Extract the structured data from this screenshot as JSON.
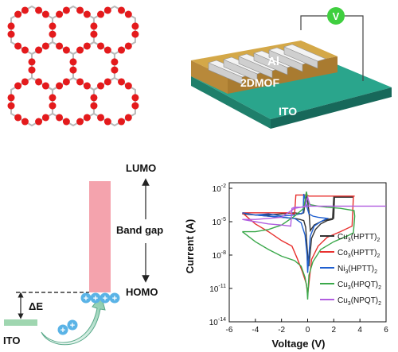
{
  "device": {
    "top_electrode": "Al",
    "film": "2DMOF",
    "substrate": "ITO",
    "meter": "V"
  },
  "band": {
    "lumo": "LUMO",
    "gap": "Band gap",
    "homo": "HOMO",
    "delta": "ΔE",
    "ito": "ITO",
    "holes": [
      "+",
      "+",
      "+",
      "+"
    ],
    "injected_holes": [
      "+",
      "+"
    ]
  },
  "colors": {
    "node": "#e41a1c",
    "bond": "#b9b9b9",
    "electrode_bar": "#e6e6e6",
    "film": "#d4a848",
    "substrate": "#2aa58c",
    "meter": "#3fcf3f",
    "band_gap": "#f4a3ad",
    "hole": "#5ab3e6",
    "ito_bar": "#9fd6b0"
  },
  "chart_data": {
    "type": "line",
    "xlabel": "Voltage (V)",
    "ylabel": "Current (A)",
    "xlim": [
      -6,
      6
    ],
    "ylim": [
      -14,
      -1.5
    ],
    "y_scale": "log",
    "x_ticks": [
      "-6",
      "-4",
      "-2",
      "0",
      "2",
      "4",
      "6"
    ],
    "y_ticks": [
      {
        "base": "10",
        "exp": "-2",
        "v": -2
      },
      {
        "base": "10",
        "exp": "-5",
        "v": -5
      },
      {
        "base": "10",
        "exp": "-8",
        "v": -8
      },
      {
        "base": "10",
        "exp": "-11",
        "v": -11
      },
      {
        "base": "10",
        "exp": "-14",
        "v": -14
      }
    ],
    "legend_position": "bottom-right",
    "series": [
      {
        "name": "Cu3(HPTT)2",
        "label": {
          "a": "Cu",
          "a_sub": "3",
          "b": "(HPTT)",
          "b_sub": "2"
        },
        "color": "#333333",
        "x": [
          -5,
          -4,
          -3,
          -2,
          -1,
          -0.6,
          -0.3,
          -0.15,
          0,
          0.1,
          0.3,
          0.6,
          1,
          1.5,
          1.9,
          2.0,
          2.3,
          3,
          3.5,
          3,
          2.2,
          2.05,
          2.0,
          1.5,
          1,
          0.5,
          0.2,
          0.1,
          -0.1,
          -0.3,
          -0.5,
          -1,
          -2,
          -3,
          -4,
          -5
        ],
        "y": [
          -4.3,
          -4.4,
          -4.5,
          -4.6,
          -4.7,
          -4.8,
          -4.9,
          -5.5,
          -8,
          -9,
          -6.5,
          -5.7,
          -5.2,
          -4.9,
          -4.8,
          -2.8,
          -2.8,
          -2.8,
          -2.8,
          -2.8,
          -2.8,
          -2.8,
          -4.7,
          -4.8,
          -5.0,
          -5.3,
          -5.8,
          -4,
          -2.5,
          -4.2,
          -4.3,
          -4.2,
          -4.3,
          -4.4,
          -4.4,
          -4.3
        ]
      },
      {
        "name": "Co3(HPTT)2",
        "label": {
          "a": "Co",
          "a_sub": "3",
          "b": "(HPTT)",
          "b_sub": "2"
        },
        "color": "#e8312f",
        "x": [
          -5,
          -4,
          -3,
          -2,
          -1.2,
          -0.8,
          -0.4,
          -0.1,
          0,
          0.3,
          0.8,
          1.5,
          2.5,
          3.4,
          3.5,
          3.6,
          3.5,
          2.5,
          1.5,
          0.8,
          0.3,
          0.1,
          -0.1,
          -0.3,
          -0.9,
          -1,
          -1.1,
          -1.5,
          -2,
          -3,
          -4,
          -5
        ],
        "y": [
          -4.2,
          -5.2,
          -5.9,
          -6.7,
          -7.2,
          -8.3,
          -9.5,
          -10.6,
          -11.6,
          -8.4,
          -7.2,
          -6.4,
          -5.9,
          -5.4,
          -2.7,
          -2.7,
          -2.7,
          -2.7,
          -2.7,
          -2.7,
          -2.7,
          -2.7,
          -2.6,
          -2.6,
          -2.6,
          -4.3,
          -4.3,
          -4.2,
          -4.2,
          -4.2,
          -4.2,
          -4.2
        ]
      },
      {
        "name": "Ni3(HPTT)2",
        "label": {
          "a": "Ni",
          "a_sub": "3",
          "b": "(HPTT)",
          "b_sub": "2"
        },
        "color": "#1f5fd0",
        "x": [
          -5,
          -4,
          -3,
          -2,
          -1,
          -0.5,
          -0.2,
          -0.05,
          0,
          0.2,
          0.5,
          1,
          1.5,
          0.8,
          0.4,
          0.1,
          -0.1,
          -0.3,
          -0.35,
          -0.6,
          -1,
          -2,
          -3,
          -4,
          -5
        ],
        "y": [
          -4.2,
          -4.4,
          -4.5,
          -4.6,
          -4.7,
          -5.1,
          -6.2,
          -8.0,
          -9.6,
          -6.3,
          -5.4,
          -5.0,
          -4.7,
          -4.6,
          -4.5,
          -4.3,
          -3.5,
          -2.5,
          -4.2,
          -4.3,
          -4.4,
          -4.5,
          -4.3,
          -4.4,
          -4.2
        ]
      },
      {
        "name": "Cu3(HPQT)2",
        "label": {
          "a": "Cu",
          "a_sub": "3",
          "b": "(HPQT)",
          "b_sub": "2"
        },
        "color": "#3aa84a",
        "x": [
          -5,
          -4,
          -3,
          -2,
          -1,
          -0.5,
          -0.2,
          -0.05,
          0,
          0.1,
          0.4,
          1,
          2,
          3,
          3.5,
          3.6,
          3.55,
          2.5,
          1.5,
          0.8,
          0.3,
          0.1,
          -0.1,
          -0.3,
          -1,
          -2,
          -3,
          -4,
          -5
        ],
        "y": [
          -5.9,
          -6.8,
          -7.5,
          -8.1,
          -8.5,
          -9.0,
          -10.0,
          -11.0,
          -12.0,
          -9.8,
          -8.6,
          -7.5,
          -6.8,
          -6.3,
          -6.0,
          -4.5,
          -4.0,
          -3.8,
          -3.7,
          -3.6,
          -3.5,
          -3.4,
          -2.3,
          -3.8,
          -4.5,
          -5.3,
          -5.7,
          -5.9,
          -5.9
        ]
      },
      {
        "name": "Cu3(NPQT)2",
        "label": {
          "a": "Cu",
          "a_sub": "3",
          "b": "(NPQT)",
          "b_sub": "2"
        },
        "color": "#b15ee0",
        "x": [
          -5,
          -4,
          -3,
          -2,
          -1.3,
          -1.2,
          -1.0,
          -0.5,
          0,
          0.5,
          0.6,
          0.8,
          1.5,
          3,
          4,
          5,
          6,
          5,
          4,
          3,
          2,
          1,
          0.5,
          0.2,
          0,
          -0.2,
          -0.5,
          -1,
          -2,
          -3,
          -4,
          -5
        ],
        "y": [
          -4.8,
          -5.0,
          -5.2,
          -5.3,
          -5.4,
          -3.8,
          -3.7,
          -3.7,
          -3.6,
          -3.6,
          -3.6,
          -3.6,
          -3.6,
          -3.6,
          -3.6,
          -3.6,
          -3.6,
          -3.6,
          -3.6,
          -3.6,
          -3.6,
          -3.6,
          -3.6,
          -3.6,
          -2.8,
          -3.6,
          -3.7,
          -3.8,
          -4.6,
          -4.7,
          -4.8,
          -4.8
        ]
      }
    ]
  }
}
